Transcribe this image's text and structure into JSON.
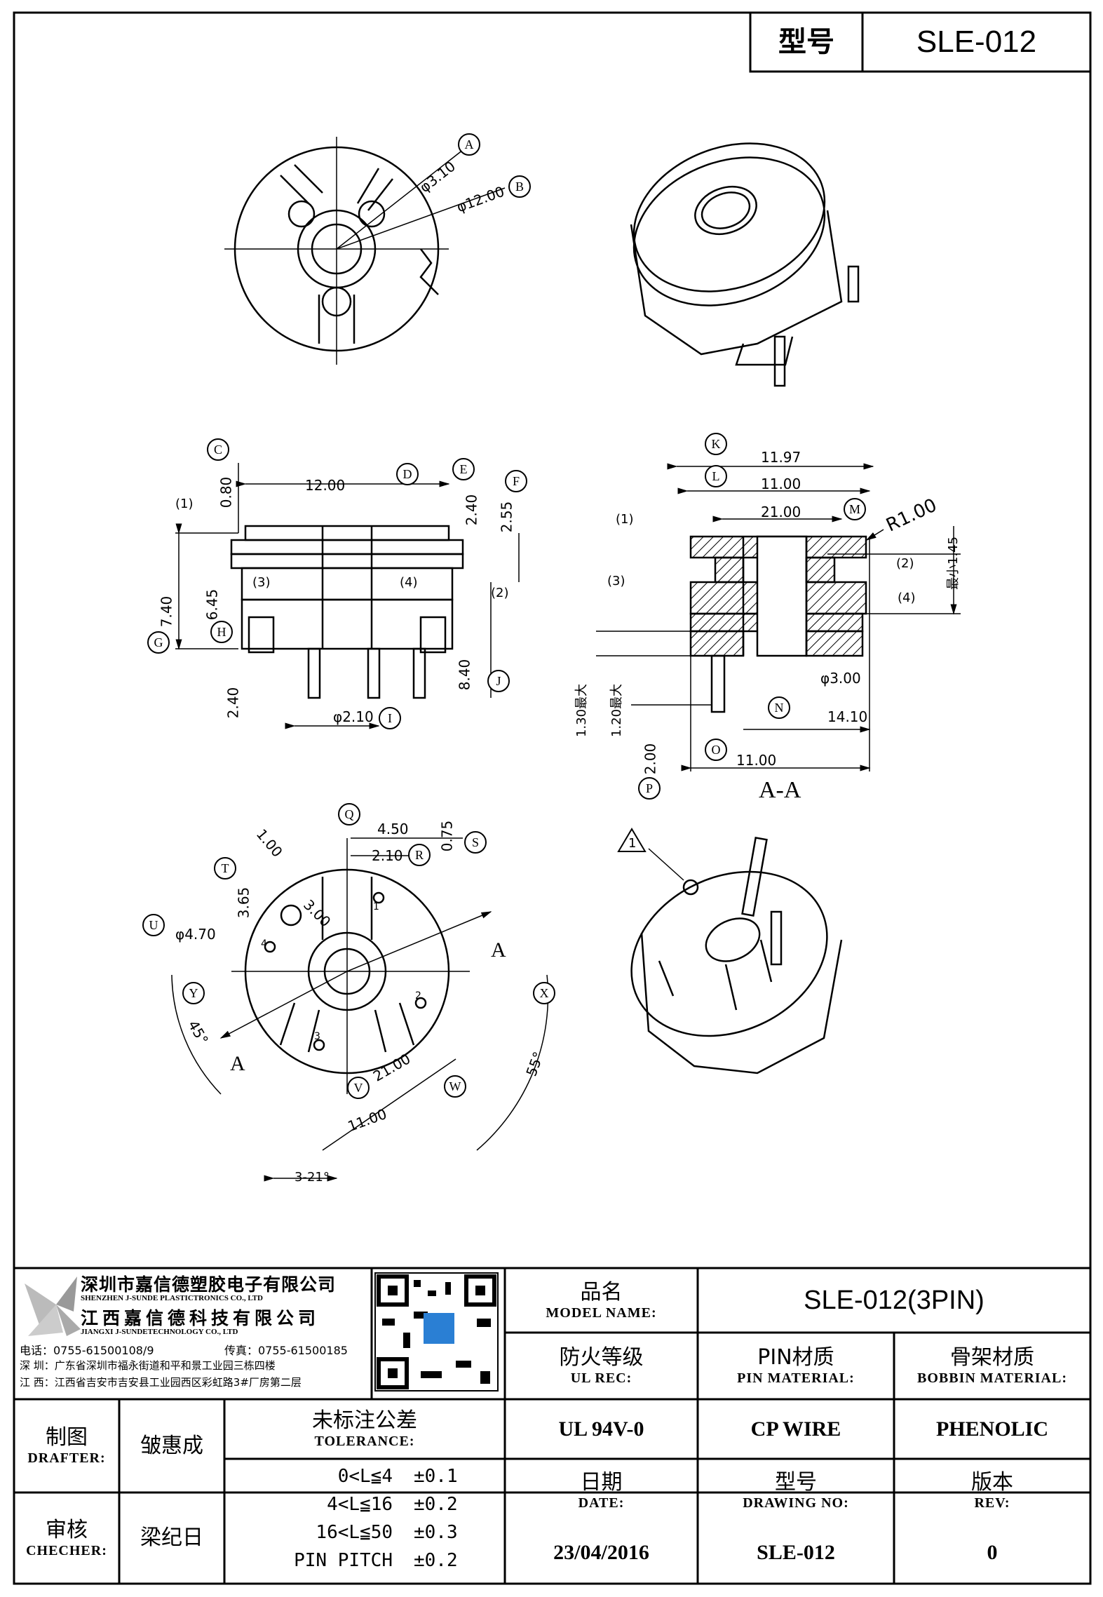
{
  "header": {
    "model_label": "型号",
    "model_value": "SLE-012"
  },
  "company": {
    "name_cn_1": "深圳市嘉信德塑胶电子有限公司",
    "name_en_1": "SHENZHEN J-SUNDE PLASTICTRONICS CO., LTD",
    "name_cn_2": "江西嘉信德科技有限公司",
    "name_en_2": "JIANGXI J-SUNDETECHNOLOGY CO., LTD",
    "tel": "电话：0755-61500108/9",
    "fax": "传真：0755-61500185",
    "addr_sz": "深 圳：广东省深圳市福永街道和平和景工业园三栋四楼",
    "addr_jx": "江 西：江西省吉安市吉安县工业园西区彩虹路3#厂房第二层"
  },
  "title_block": {
    "model_name_cn": "品名",
    "model_name_en": "MODEL NAME:",
    "model_name_value": "SLE-012(3PIN)",
    "ul_cn": "防火等级",
    "ul_en": "UL REC:",
    "ul_value": "UL 94V-0",
    "pin_cn": "PIN材质",
    "pin_en": "PIN MATERIAL:",
    "pin_value": "CP WIRE",
    "bobbin_cn": "骨架材质",
    "bobbin_en": "BOBBIN MATERIAL:",
    "bobbin_value": "PHENOLIC",
    "drafter_cn": "制图",
    "drafter_en": "DRAFTER:",
    "drafter_name": "皱惠成",
    "checker_cn": "审核",
    "checker_en": "CHECHER:",
    "checker_name": "梁纪日",
    "tolerance_cn": "未标注公差",
    "tolerance_en": "TOLERANCE:",
    "tolerances": [
      {
        "range": "0<L≦4",
        "value": "±0.1"
      },
      {
        "range": "4<L≦16",
        "value": "±0.2"
      },
      {
        "range": "16<L≦50",
        "value": "±0.3"
      },
      {
        "range": "PIN PITCH",
        "value": "±0.2"
      }
    ],
    "date_cn": "日期",
    "date_en": "DATE:",
    "date_value": "23/04/2016",
    "drawing_cn": "型号",
    "drawing_en": "DRAWING NO:",
    "drawing_value": "SLE-012",
    "rev_cn": "版本",
    "rev_en": "REV:",
    "rev_value": "0"
  },
  "dims": {
    "phi_3_10": "φ3.10",
    "phi_12_00": "φ12.00",
    "d_12_00": "12.00",
    "d_0_80": "0.80",
    "d_2_40": "2.40",
    "d_2_55": "2.55",
    "d_7_40": "7.40",
    "d_6_45": "6.45",
    "d_8_40": "8.40",
    "d_2_40b": "2.40",
    "phi_2_10": "φ2.10",
    "d_11_97": "11.97",
    "d_11_00": "11.00",
    "d_21_00": "21.00",
    "r_1_00": "R1.00",
    "d_1_45": "最小1.45",
    "phi_3_00": "φ3.00",
    "d_14_10": "14.10",
    "d_11_00b": "11.00",
    "d_1_30": "1.30最大",
    "d_1_20": "1.20最大",
    "d_2_00": "2.00",
    "section": "A-A",
    "d_4_50": "4.50",
    "d_2_10": "2.10",
    "d_0_75": "0.75",
    "d_1_00": "1.00",
    "d_3_65": "3.65",
    "d_3_00": "3.00",
    "phi_4_70": "φ4.70",
    "d_45": "45°",
    "d_21_00b": "21.00",
    "d_11_00c": "11.00",
    "d_55": "55°",
    "d_3_21": "3-21°",
    "sec_a": "A",
    "sec_a2": "A"
  },
  "pin_labels": {
    "p1": "1",
    "p2": "2",
    "p3": "3",
    "p4": "4"
  },
  "part_labels": {
    "l1": "(1)",
    "l2": "(2)",
    "l3": "(3)",
    "l4": "(4)",
    "m1": "(1)",
    "m2": "(2)",
    "m3": "(3)",
    "m4": "(4)"
  },
  "balloons": {
    "A": "A",
    "B": "B",
    "C": "C",
    "D": "D",
    "E": "E",
    "F": "F",
    "G": "G",
    "H": "H",
    "I": "I",
    "J": "J",
    "K": "K",
    "L": "L",
    "M": "M",
    "N": "N",
    "O": "O",
    "P": "P",
    "Q": "Q",
    "R": "R",
    "S": "S",
    "T": "T",
    "U": "U",
    "V": "V",
    "W": "W",
    "X": "X",
    "Y": "Y"
  },
  "flag_note": "1"
}
